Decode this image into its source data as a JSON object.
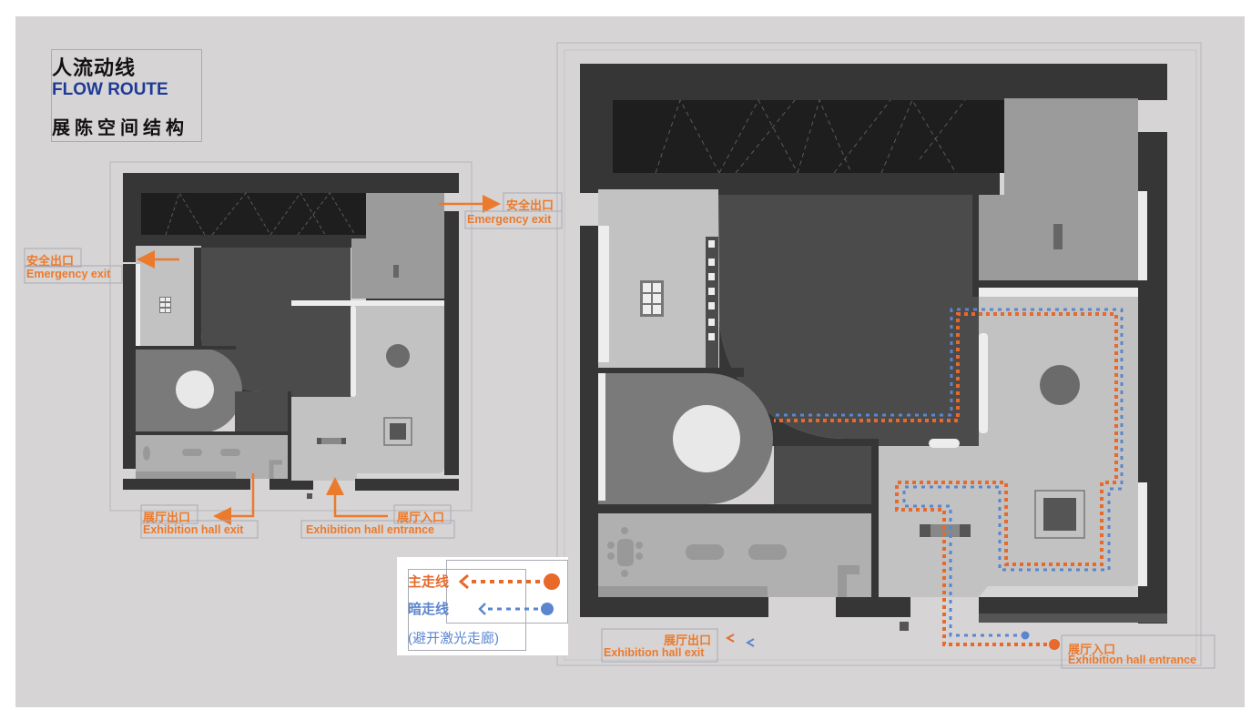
{
  "title": {
    "cn_main": "人流动线",
    "en": "FLOW ROUTE",
    "cn_sub": "展陈空间结构"
  },
  "left_plan": {
    "emergency_exit_left": {
      "cn": "安全出口",
      "en": "Emergency exit"
    },
    "emergency_exit_right": {
      "cn": "安全出口",
      "en": "Emergency exit"
    },
    "hall_exit": {
      "cn": "展厅出口",
      "en": "Exhibition hall exit"
    },
    "hall_entrance": {
      "cn": "展厅入口",
      "en": "Exhibition hall entrance"
    }
  },
  "right_plan": {
    "hall_exit": {
      "cn": "展厅出口",
      "en": "Exhibition hall exit"
    },
    "hall_entrance": {
      "cn": "展厅入口",
      "en": "Exhibition hall entrance"
    }
  },
  "legend": {
    "main_route": "主走线",
    "hidden_route": "暗走线",
    "hidden_note": "(避开激光走廊)"
  },
  "colors": {
    "main_route": "#e8692a",
    "hidden_route": "#5b86cf",
    "label_orange": "#ec7a2d",
    "title_blue": "#1f3a96",
    "wall": "#363636",
    "laser_corridor": "#1e1e1e",
    "floor_light": "#c2c2c2",
    "floor_mid": "#9b9b9b",
    "floor_dark": "#4b4b4b",
    "canvas": "#d6d4d5"
  }
}
